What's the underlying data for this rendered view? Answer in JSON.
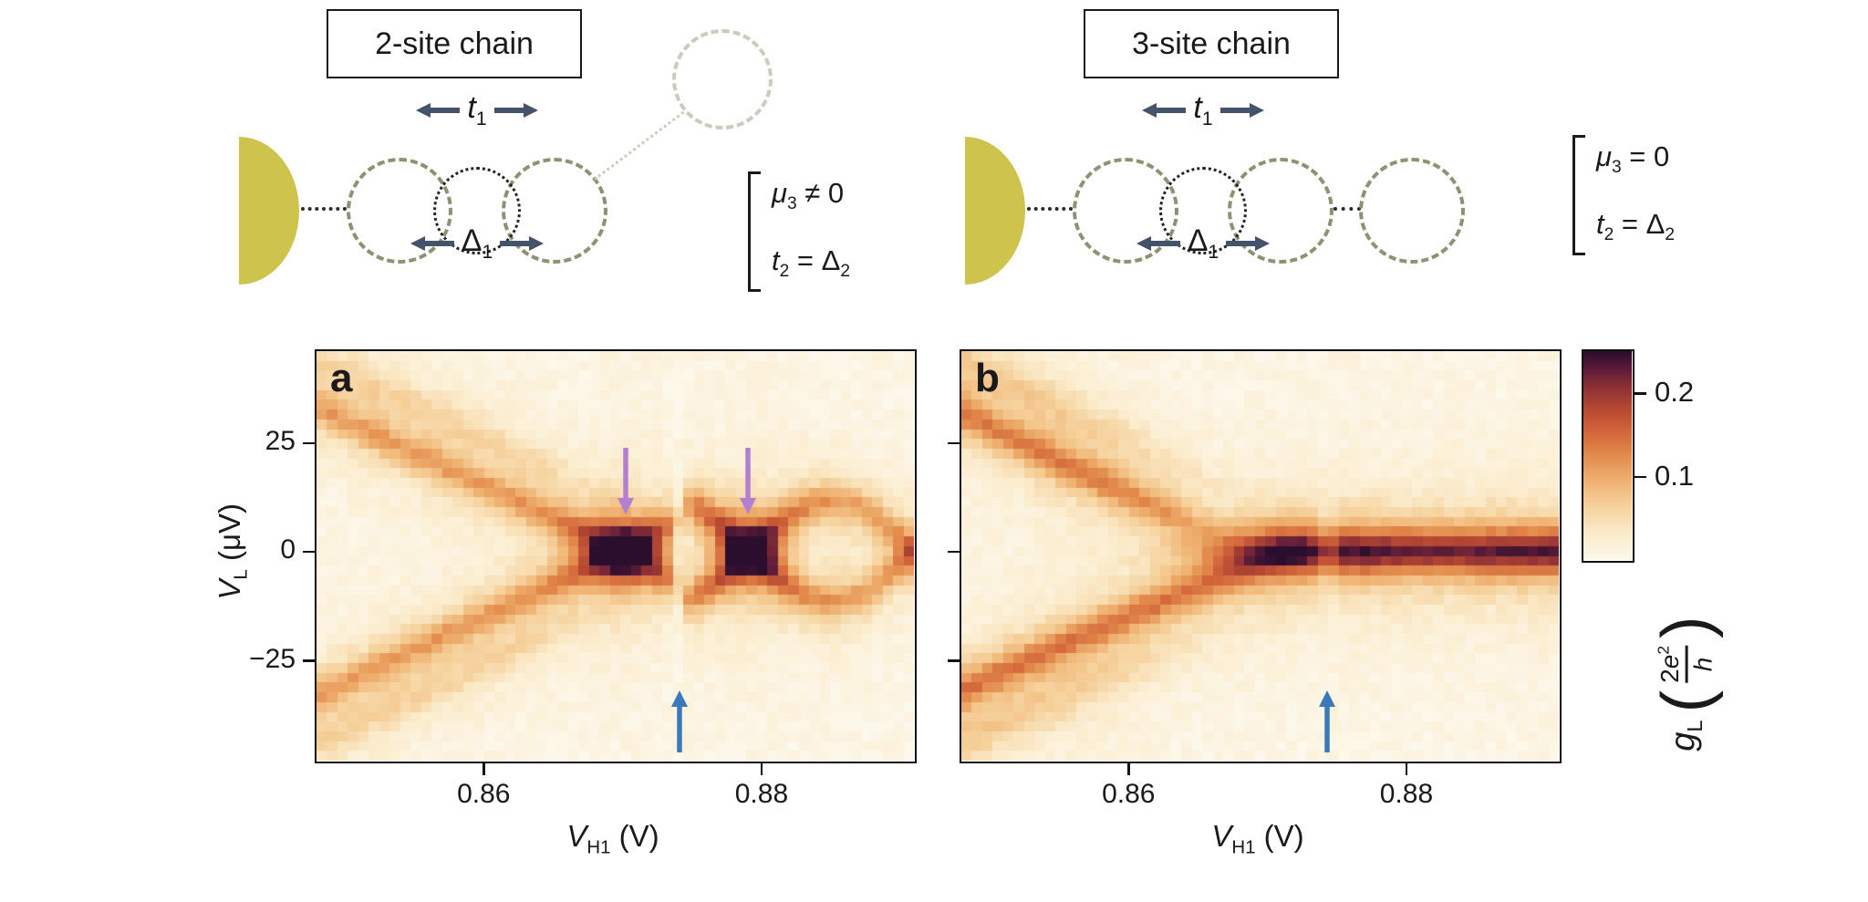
{
  "colors": {
    "background": "#ffffff",
    "text": "#1a1a1a",
    "lead_fill": "#cdc34d",
    "dot_ring": "#8b9372",
    "ghost_ring": "#c9cdbc",
    "connector": "#2a2a2a",
    "coupling_arrow": "#44526a",
    "purple_arrow": "#b37fd2",
    "blue_arrow": "#3b79ba",
    "panel_border": "#111111",
    "colormap": [
      {
        "t": 0.0,
        "c": "#fdf8ec"
      },
      {
        "t": 0.12,
        "c": "#fbeccd"
      },
      {
        "t": 0.25,
        "c": "#f6d39f"
      },
      {
        "t": 0.38,
        "c": "#efb271"
      },
      {
        "t": 0.5,
        "c": "#e38c4d"
      },
      {
        "t": 0.62,
        "c": "#d2653a"
      },
      {
        "t": 0.73,
        "c": "#b54733"
      },
      {
        "t": 0.83,
        "c": "#8d3036"
      },
      {
        "t": 0.91,
        "c": "#5f1d38"
      },
      {
        "t": 1.0,
        "c": "#2b0d2e"
      }
    ]
  },
  "diagram_left": {
    "title": "2-site chain",
    "coupling_top": [
      {
        "t": "t",
        "i": 1
      },
      {
        "s": "1"
      }
    ],
    "coupling_bottom": [
      {
        "t": "Δ"
      },
      {
        "s": "1"
      }
    ],
    "conditions": [
      [
        {
          "t": "μ",
          "i": 1
        },
        {
          "s": "3"
        },
        {
          "t": " ≠ 0"
        }
      ],
      [
        {
          "t": "t",
          "i": 1
        },
        {
          "s": "2"
        },
        {
          "t": " = Δ"
        },
        {
          "s": "2"
        }
      ]
    ]
  },
  "diagram_right": {
    "title": "3-site chain",
    "coupling_top": [
      {
        "t": "t",
        "i": 1
      },
      {
        "s": "1"
      }
    ],
    "coupling_bottom": [
      {
        "t": "Δ"
      },
      {
        "s": "1"
      }
    ],
    "conditions": [
      [
        {
          "t": "μ",
          "i": 1
        },
        {
          "s": "3"
        },
        {
          "t": " = 0"
        }
      ],
      [
        {
          "t": "t",
          "i": 1
        },
        {
          "s": "2"
        },
        {
          "t": " = Δ"
        },
        {
          "s": "2"
        }
      ]
    ]
  },
  "colorbar": {
    "vmax": 0.25,
    "ticks": [
      {
        "v": 0.2,
        "label": "0.2"
      },
      {
        "v": 0.1,
        "label": "0.1"
      }
    ],
    "label": {
      "sym": "g",
      "sym_sub": "L",
      "paren_open": "(",
      "num_coef": "2",
      "num_var": "e",
      "num_exp": "2",
      "den": "h",
      "paren_close": ")"
    }
  },
  "chart_data": [
    {
      "type": "heatmap",
      "panel": "a",
      "description": "Local conductance of the 2-site chain vs VH1 and VL: superconducting gap closes at two zero-bias sweet spots (purple arrows) separated by a charge jump (blue arrow); discrete zero-bias conductance spots rather than a continuous line.",
      "x_range": [
        0.848,
        0.891
      ],
      "y_range": [
        -48,
        46
      ],
      "grid": {
        "nx": 57,
        "ny": 42
      },
      "xticks": [
        {
          "v": 0.86,
          "label": "0.86"
        },
        {
          "v": 0.88,
          "label": "0.88"
        }
      ],
      "yticks": [
        {
          "v": 25,
          "label": "25"
        },
        {
          "v": 0,
          "label": "0"
        },
        {
          "v": -25,
          "label": "−25"
        }
      ],
      "xlabel_parts": [
        {
          "t": "V",
          "i": 1
        },
        {
          "s": "H1"
        },
        {
          "t": " (V)"
        }
      ],
      "ylabel_parts": [
        {
          "t": "V",
          "i": 1
        },
        {
          "s": "L"
        },
        {
          "t": " (μV)"
        }
      ],
      "g_range": [
        0,
        0.25
      ],
      "annotations": [
        {
          "kind": "sweet-spot",
          "dir": "down",
          "color_key": "purple_arrow",
          "x_VH1": 0.8702,
          "tail_uV": 24,
          "tip_uV": 9
        },
        {
          "kind": "sweet-spot",
          "dir": "down",
          "color_key": "purple_arrow",
          "x_VH1": 0.879,
          "tail_uV": 24,
          "tip_uV": 9
        },
        {
          "kind": "charge-jump",
          "dir": "up",
          "color_key": "blue_arrow",
          "x_VH1": 0.8741,
          "tail_uV": -46,
          "tip_uV": -32
        }
      ],
      "model": {
        "sweet1": 0.87,
        "sweet2": 0.8792,
        "jump": 0.8741,
        "E_left_edge": 33,
        "left_onset": 0.848,
        "left_power": 1.0,
        "reopen_gap": 7,
        "right_osc_amp": 11.5,
        "right_osc_period": 0.0118,
        "peak_width": 4.2,
        "band_amp": 0.4,
        "approach_boost": 0.22,
        "approach_sigma": 0.003,
        "zb_boost": 0.65,
        "zb_sigma": 0.0014,
        "zb_width": 4.6,
        "outer_band_offset": 11,
        "outer_band_amp": 0.45,
        "jump_bright": 0.6,
        "jump_sigma": 0.00045,
        "background": 0.02,
        "noise": 0.07
      }
    },
    {
      "type": "heatmap",
      "panel": "b",
      "description": "Local conductance of the 3-site chain vs VH1 and VL: a stable zero-bias conductance peak persists across gate voltage and survives the charge jump (blue arrow).",
      "x_range": [
        0.848,
        0.891
      ],
      "y_range": [
        -48,
        46
      ],
      "grid": {
        "nx": 57,
        "ny": 42
      },
      "xticks": [
        {
          "v": 0.86,
          "label": "0.86"
        },
        {
          "v": 0.88,
          "label": "0.88"
        }
      ],
      "yticks": [
        {
          "v": 25
        },
        {
          "v": 0
        },
        {
          "v": -25
        }
      ],
      "xlabel_parts": [
        {
          "t": "V",
          "i": 1
        },
        {
          "s": "H1"
        },
        {
          "t": " (V)"
        }
      ],
      "g_range": [
        0,
        0.25
      ],
      "annotations": [
        {
          "kind": "charge-jump",
          "dir": "up",
          "color_key": "blue_arrow",
          "x_VH1": 0.8743,
          "tail_uV": -46,
          "tip_uV": -32
        }
      ],
      "model": {
        "merge_upper": 0.8695,
        "merge_lower": 0.872,
        "jump": 0.8743,
        "E_edge_upper": 32,
        "E_edge_lower": 32,
        "edge_x": 0.848,
        "upper_fade": 0.8655,
        "upper_fade_w": 0.0022,
        "lower_fade": 0.8725,
        "lower_fade_w": 0.0025,
        "band_amp_upper": 0.5,
        "band_amp_lower": 0.52,
        "outer_offset": 12,
        "outer_amp": 0.42,
        "outer_fade": 0.862,
        "outer_fade_w": 0.003,
        "zb_onset": 0.868,
        "zb_onset_w": 0.0022,
        "zb_amp": 0.95,
        "zb_width": 5.0,
        "zb_mod": [
          {
            "x": 0.871,
            "s": 0.002,
            "a": 0.14
          },
          {
            "x": 0.8775,
            "s": 0.0025,
            "a": 0.1
          }
        ],
        "zb_right_x": 0.883,
        "zb_right_w": 0.002,
        "zb_right_boost": 0.16,
        "jump_dip": 0.3,
        "jump_sigma": 0.0006,
        "peak_width": 4.5,
        "background": 0.02,
        "noise": 0.07
      }
    }
  ]
}
